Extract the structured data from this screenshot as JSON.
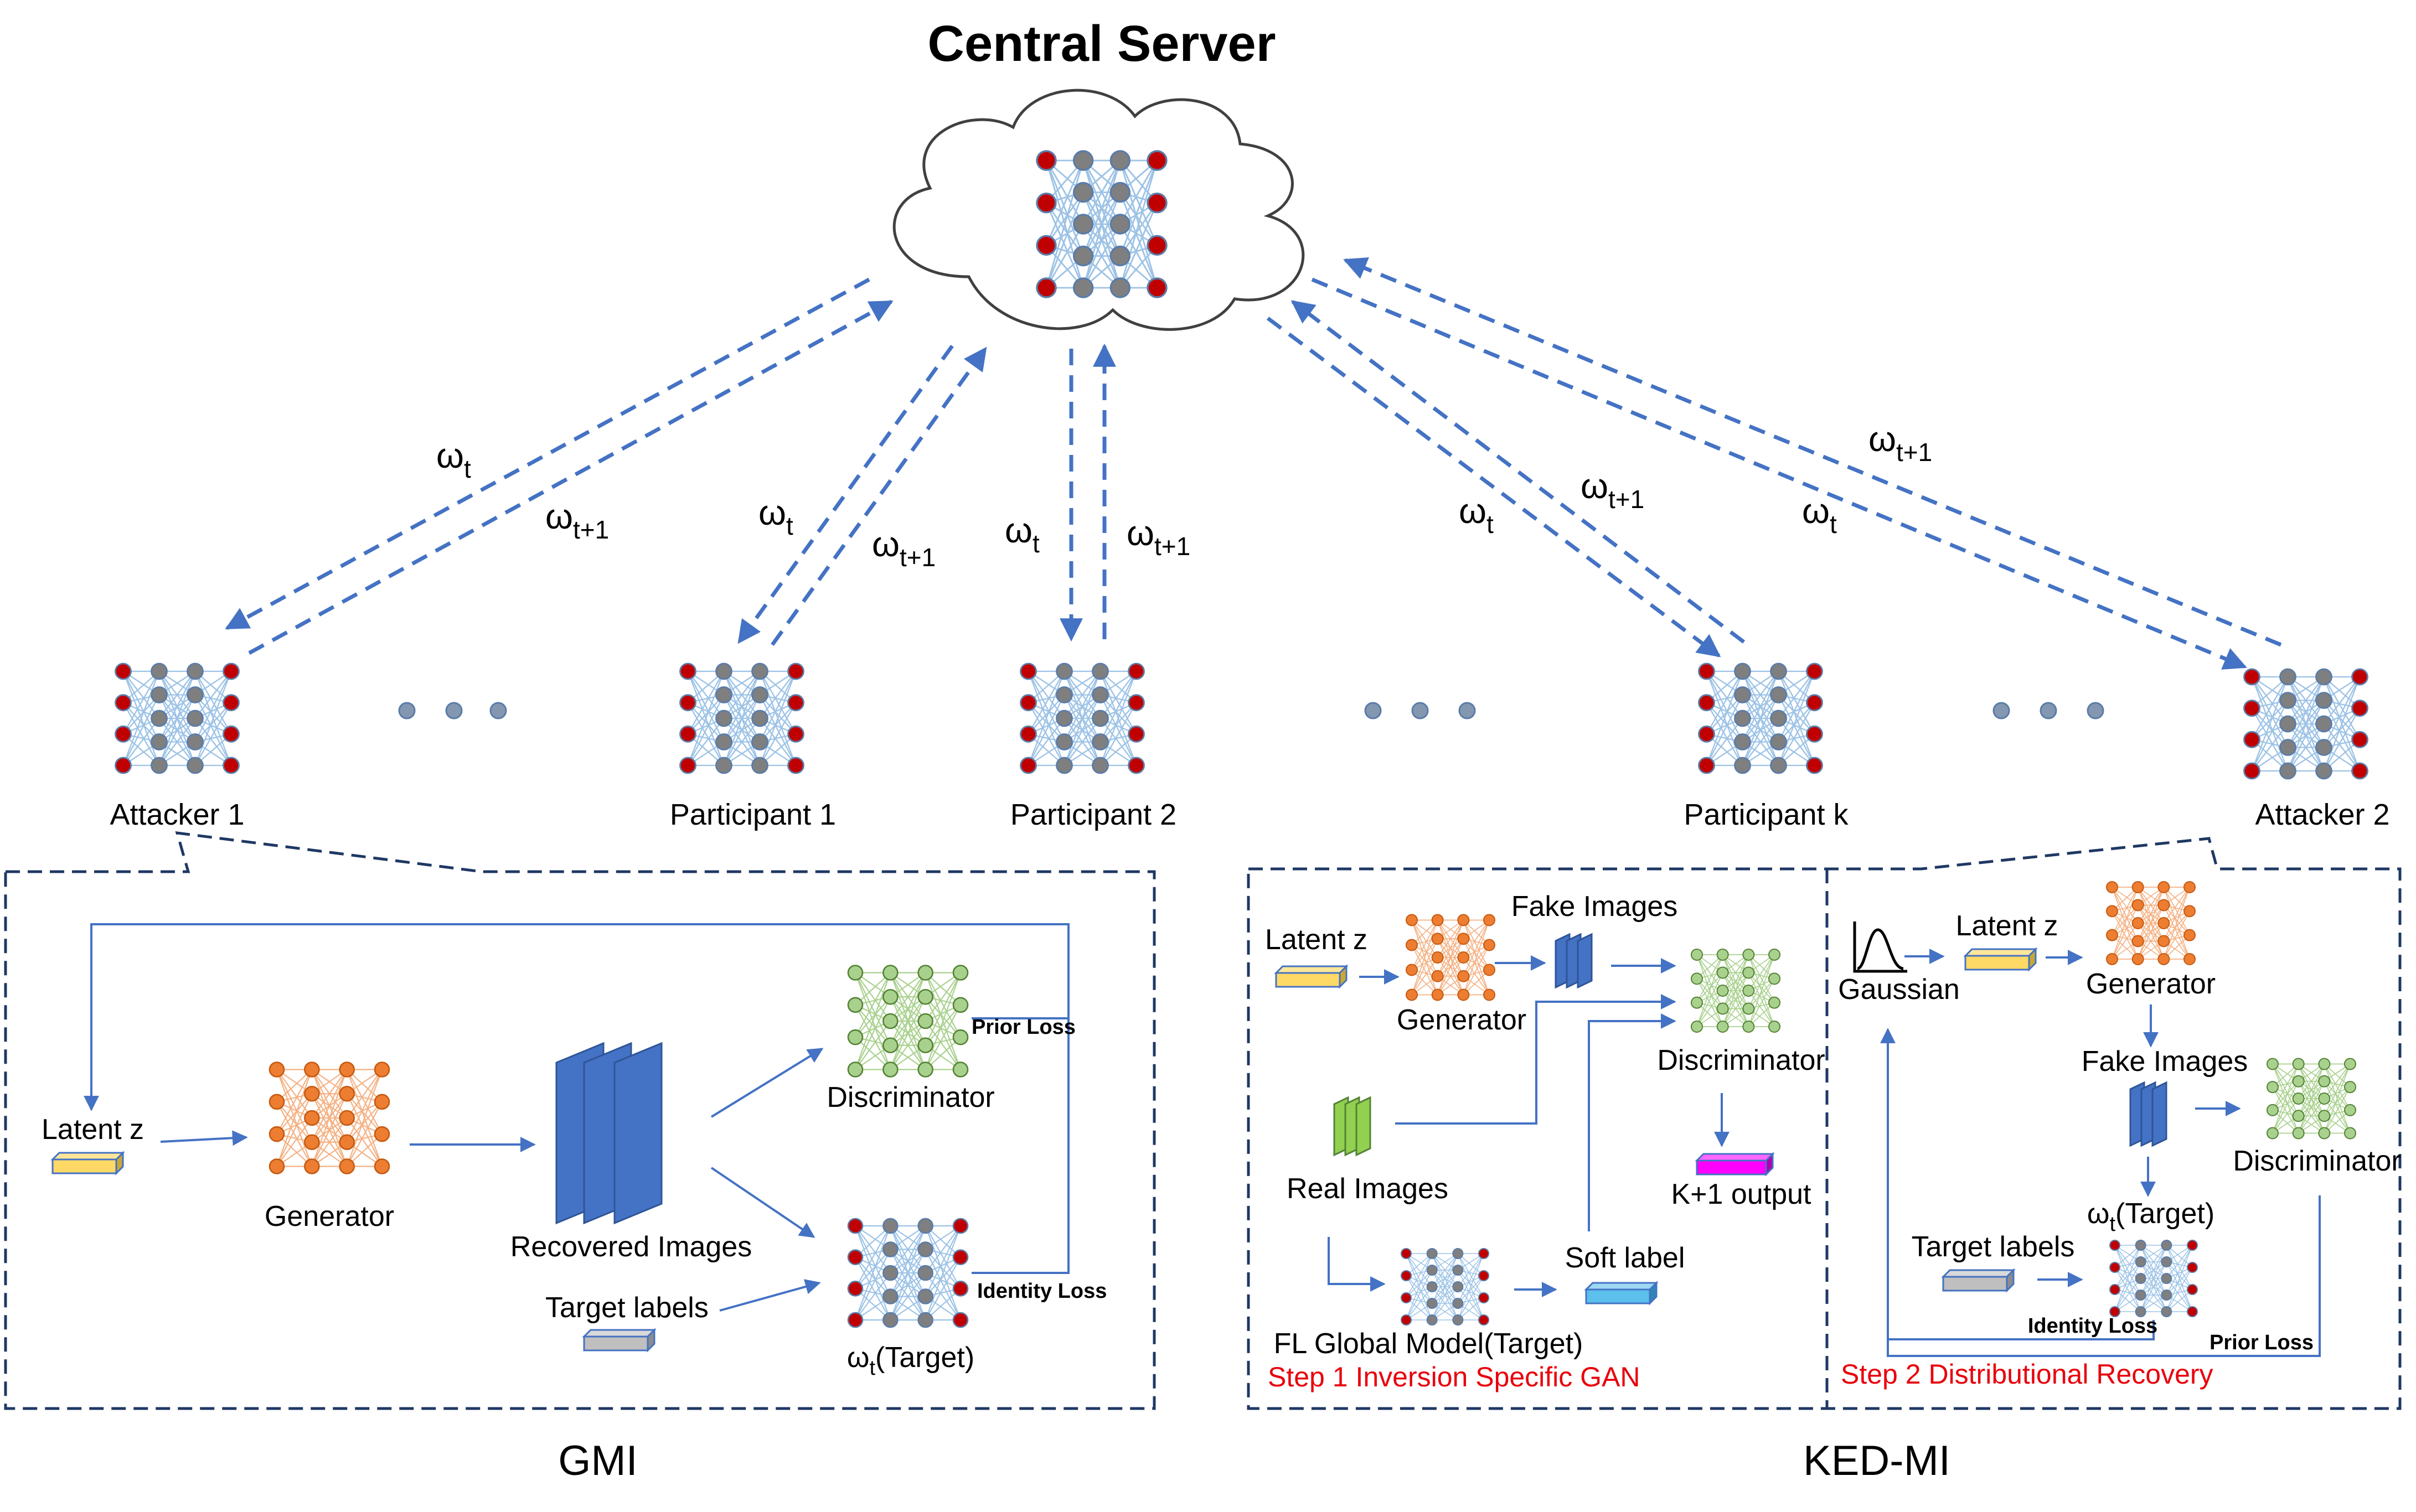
{
  "central_server": {
    "title": "Central Server"
  },
  "weights": {
    "wt_base": "ω",
    "wt_sub": "t",
    "wt1_sub": "t+1"
  },
  "nodes": {
    "attacker1": "Attacker 1",
    "participant1": "Participant 1",
    "participant2": "Participant 2",
    "participantk": "Participant k",
    "attacker2": "Attacker 2"
  },
  "gmi": {
    "caption": "GMI",
    "latent": "Latent z",
    "generator": "Generator",
    "recovered": "Recovered Images",
    "discriminator": "Discriminator",
    "prior_loss": "Prior Loss",
    "identity_loss": "Identity Loss",
    "target_labels": "Target labels",
    "target_base": "ω",
    "target_sub": "t",
    "target_rest": "(Target)"
  },
  "kedmi": {
    "caption": "KED-MI",
    "step1": {
      "latent": "Latent z",
      "generator": "Generator",
      "fake_images": "Fake Images",
      "discriminator": "Discriminator",
      "real_images": "Real Images",
      "k1_output": "K+1 output",
      "soft_label": "Soft label",
      "fl_model": "FL Global Model(Target)",
      "title": "Step 1 Inversion Specific GAN"
    },
    "step2": {
      "gaussian": "Gaussian",
      "latent": "Latent z",
      "generator": "Generator",
      "fake_images": "Fake Images",
      "discriminator": "Discriminator",
      "target_base": "ω",
      "target_sub": "t",
      "target_rest": "(Target)",
      "target_labels": "Target labels",
      "identity_loss": "Identity Loss",
      "prior_loss": "Prior Loss",
      "title": "Step 2 Distributional Recovery"
    }
  },
  "colors": {
    "arrow_blue": "#4472c4",
    "net_red": "#c00000",
    "net_gray": "#7f7f7f",
    "gen_orange": "#ed7d31",
    "disc_green": "#70ad47",
    "image_blue": "#4472c4",
    "image_green": "#92d050",
    "latent_yellow": "#ffd966",
    "label_gray": "#bfbfbf",
    "soft_label_blue": "#5bc0eb",
    "k1_magenta": "#ff00ff",
    "step_red": "#e8000b"
  },
  "icons": [
    "cloud-icon",
    "neural-network-icon",
    "ellipsis-dots-icon",
    "gaussian-curve-icon",
    "image-stack-icon",
    "latent-vector-icon"
  ]
}
